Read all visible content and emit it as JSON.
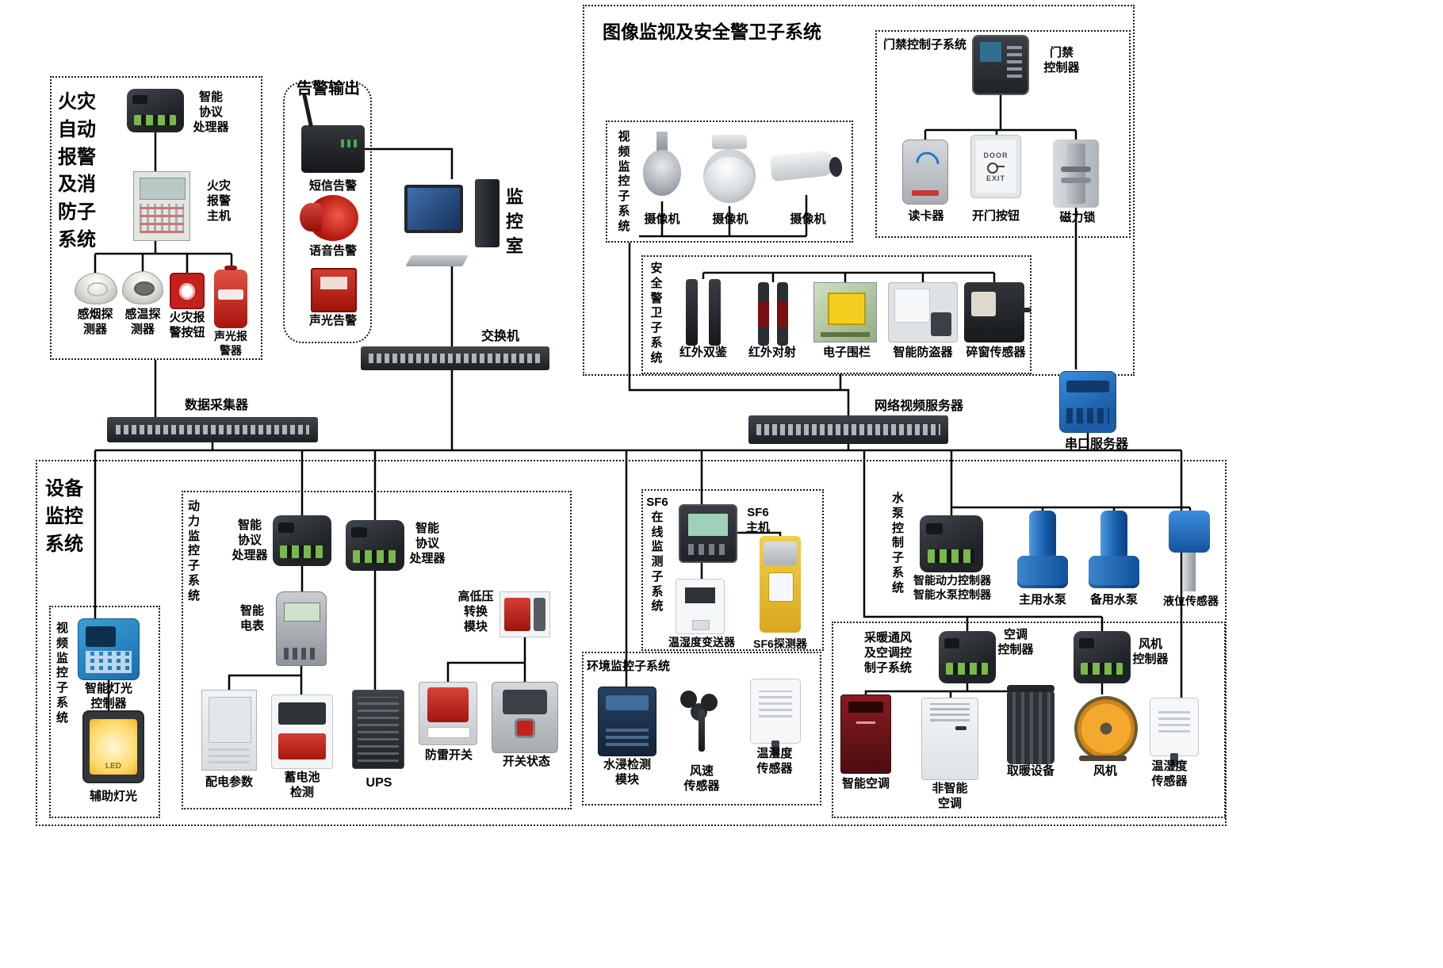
{
  "fire": {
    "title": "火灾自动报警及消防子系统",
    "processor_label": "智能\n协议\n处理器",
    "host_label": "火灾\n报警\n主机",
    "smoke_detector": "感烟探\n测器",
    "heat_detector": "感温探\n测器",
    "alarm_button": "火灾报\n警按钮",
    "sound_light_alarm": "声光报\n警器"
  },
  "alarm_output": {
    "title": "告警输出",
    "sms": "短信告警",
    "voice": "语音告警",
    "sound_light": "声光告警"
  },
  "control_room": {
    "label": "监控室"
  },
  "backbone": {
    "switch": "交换机",
    "data_collector": "数据采集器",
    "video_server": "网络视频服务器",
    "serial_server": "串口服务器"
  },
  "security": {
    "title": "图像监视及安全警卫子系统",
    "video": {
      "title": "视频监控子系统",
      "camera1": "摄像机",
      "camera2": "摄像机",
      "camera3": "摄像机"
    },
    "access": {
      "title": "门禁控制子系统",
      "controller": "门禁\n控制器",
      "reader": "读卡器",
      "door_button": "开门按钮",
      "door_face_top": "DOOR",
      "door_face_bottom": "EXIT",
      "mag_lock": "磁力锁"
    },
    "guard": {
      "title": "安全警卫子系统",
      "ir_dual": "红外双鉴",
      "ir_beam": "红外对射",
      "fence": "电子围栏",
      "burglar": "智能防盗器",
      "glass_break": "碎窗传感器"
    }
  },
  "equipment": {
    "title": "设备监控系统",
    "lighting": {
      "title": "视频监控子系统",
      "controller": "智能灯光\n控制器",
      "aux_light": "辅助灯光",
      "led_text": "LED"
    },
    "power": {
      "title": "动力监控子系统",
      "processor_left": "智能\n协议\n处理器",
      "processor_right": "智能\n协议\n处理器",
      "meter": "智能\n电表",
      "hv_module": "高低压\n转换\n模块",
      "distribution": "配电参数",
      "battery": "蓄电池\n检测",
      "ups": "UPS",
      "surge": "防雷开关",
      "switch_status": "开关状态"
    },
    "sf6": {
      "title": "SF6在线监测子系统",
      "host": "SF6\n主机",
      "transmitter": "温湿度变送器",
      "detector": "SF6探测器"
    },
    "environment": {
      "title": "环境监控子系统",
      "water_module": "水浸检测\n模块",
      "wind_sensor": "风速\n传感器",
      "th_sensor": "温湿度\n传感器"
    },
    "pump": {
      "title": "水泵控制子系统",
      "controller_line1": "智能动力控制器",
      "controller_line2": "智能水泵控制器",
      "main_pump": "主用水泵",
      "backup_pump": "备用水泵",
      "level_sensor": "液位传感器"
    },
    "hvac": {
      "title": "采暖通风及空调控制子系统",
      "ac_controller": "空调\n控制器",
      "fan_controller": "风机\n控制器",
      "smart_ac": "智能空调",
      "plain_ac": "非智能\n空调",
      "heater": "取暖设备",
      "fan": "风机",
      "th_sensor": "温湿度\n传感器"
    }
  }
}
